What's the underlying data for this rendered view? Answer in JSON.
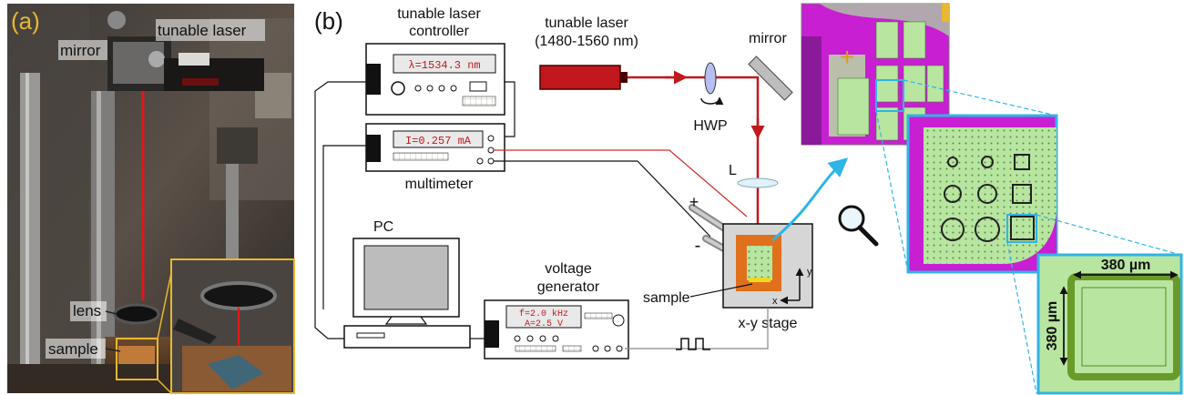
{
  "panel_a": {
    "label": "(a)",
    "labels": {
      "mirror": "mirror",
      "tunable_laser": "tunable laser",
      "lens": "lens",
      "sample": "sample"
    }
  },
  "panel_b": {
    "label": "(b)",
    "laser_controller": {
      "title_line1": "tunable laser",
      "title_line2": "controller",
      "display": "λ=1534.3 nm"
    },
    "tunable_laser": {
      "title": "tunable laser",
      "range": "(1480-1560 nm)"
    },
    "mirror": "mirror",
    "hwp": "HWP",
    "lens": "L",
    "multimeter": {
      "title": "multimeter",
      "display": "I=0.257 mA"
    },
    "plus": "+",
    "minus": "-",
    "pc": "PC",
    "voltage_generator": {
      "title_line1": "voltage",
      "title_line2": "generator",
      "display_line1": "f=2.0 kHz",
      "display_line2": "A=2.5 V"
    },
    "sample": "sample",
    "stage": "x-y stage",
    "axis_x": "x",
    "axis_y": "y"
  },
  "insets": {
    "scale_horizontal": "380 µm",
    "scale_vertical": "380 µm"
  },
  "colors": {
    "laser_red": "#c0181c",
    "cable_red": "#d22a2a",
    "chip_magenta": "#c81fd2",
    "chip_green": "#b8e6a0",
    "inset_border": "#2fb4e6",
    "stage_orange": "#e0701c",
    "frame_yellow": "#e8b830"
  }
}
